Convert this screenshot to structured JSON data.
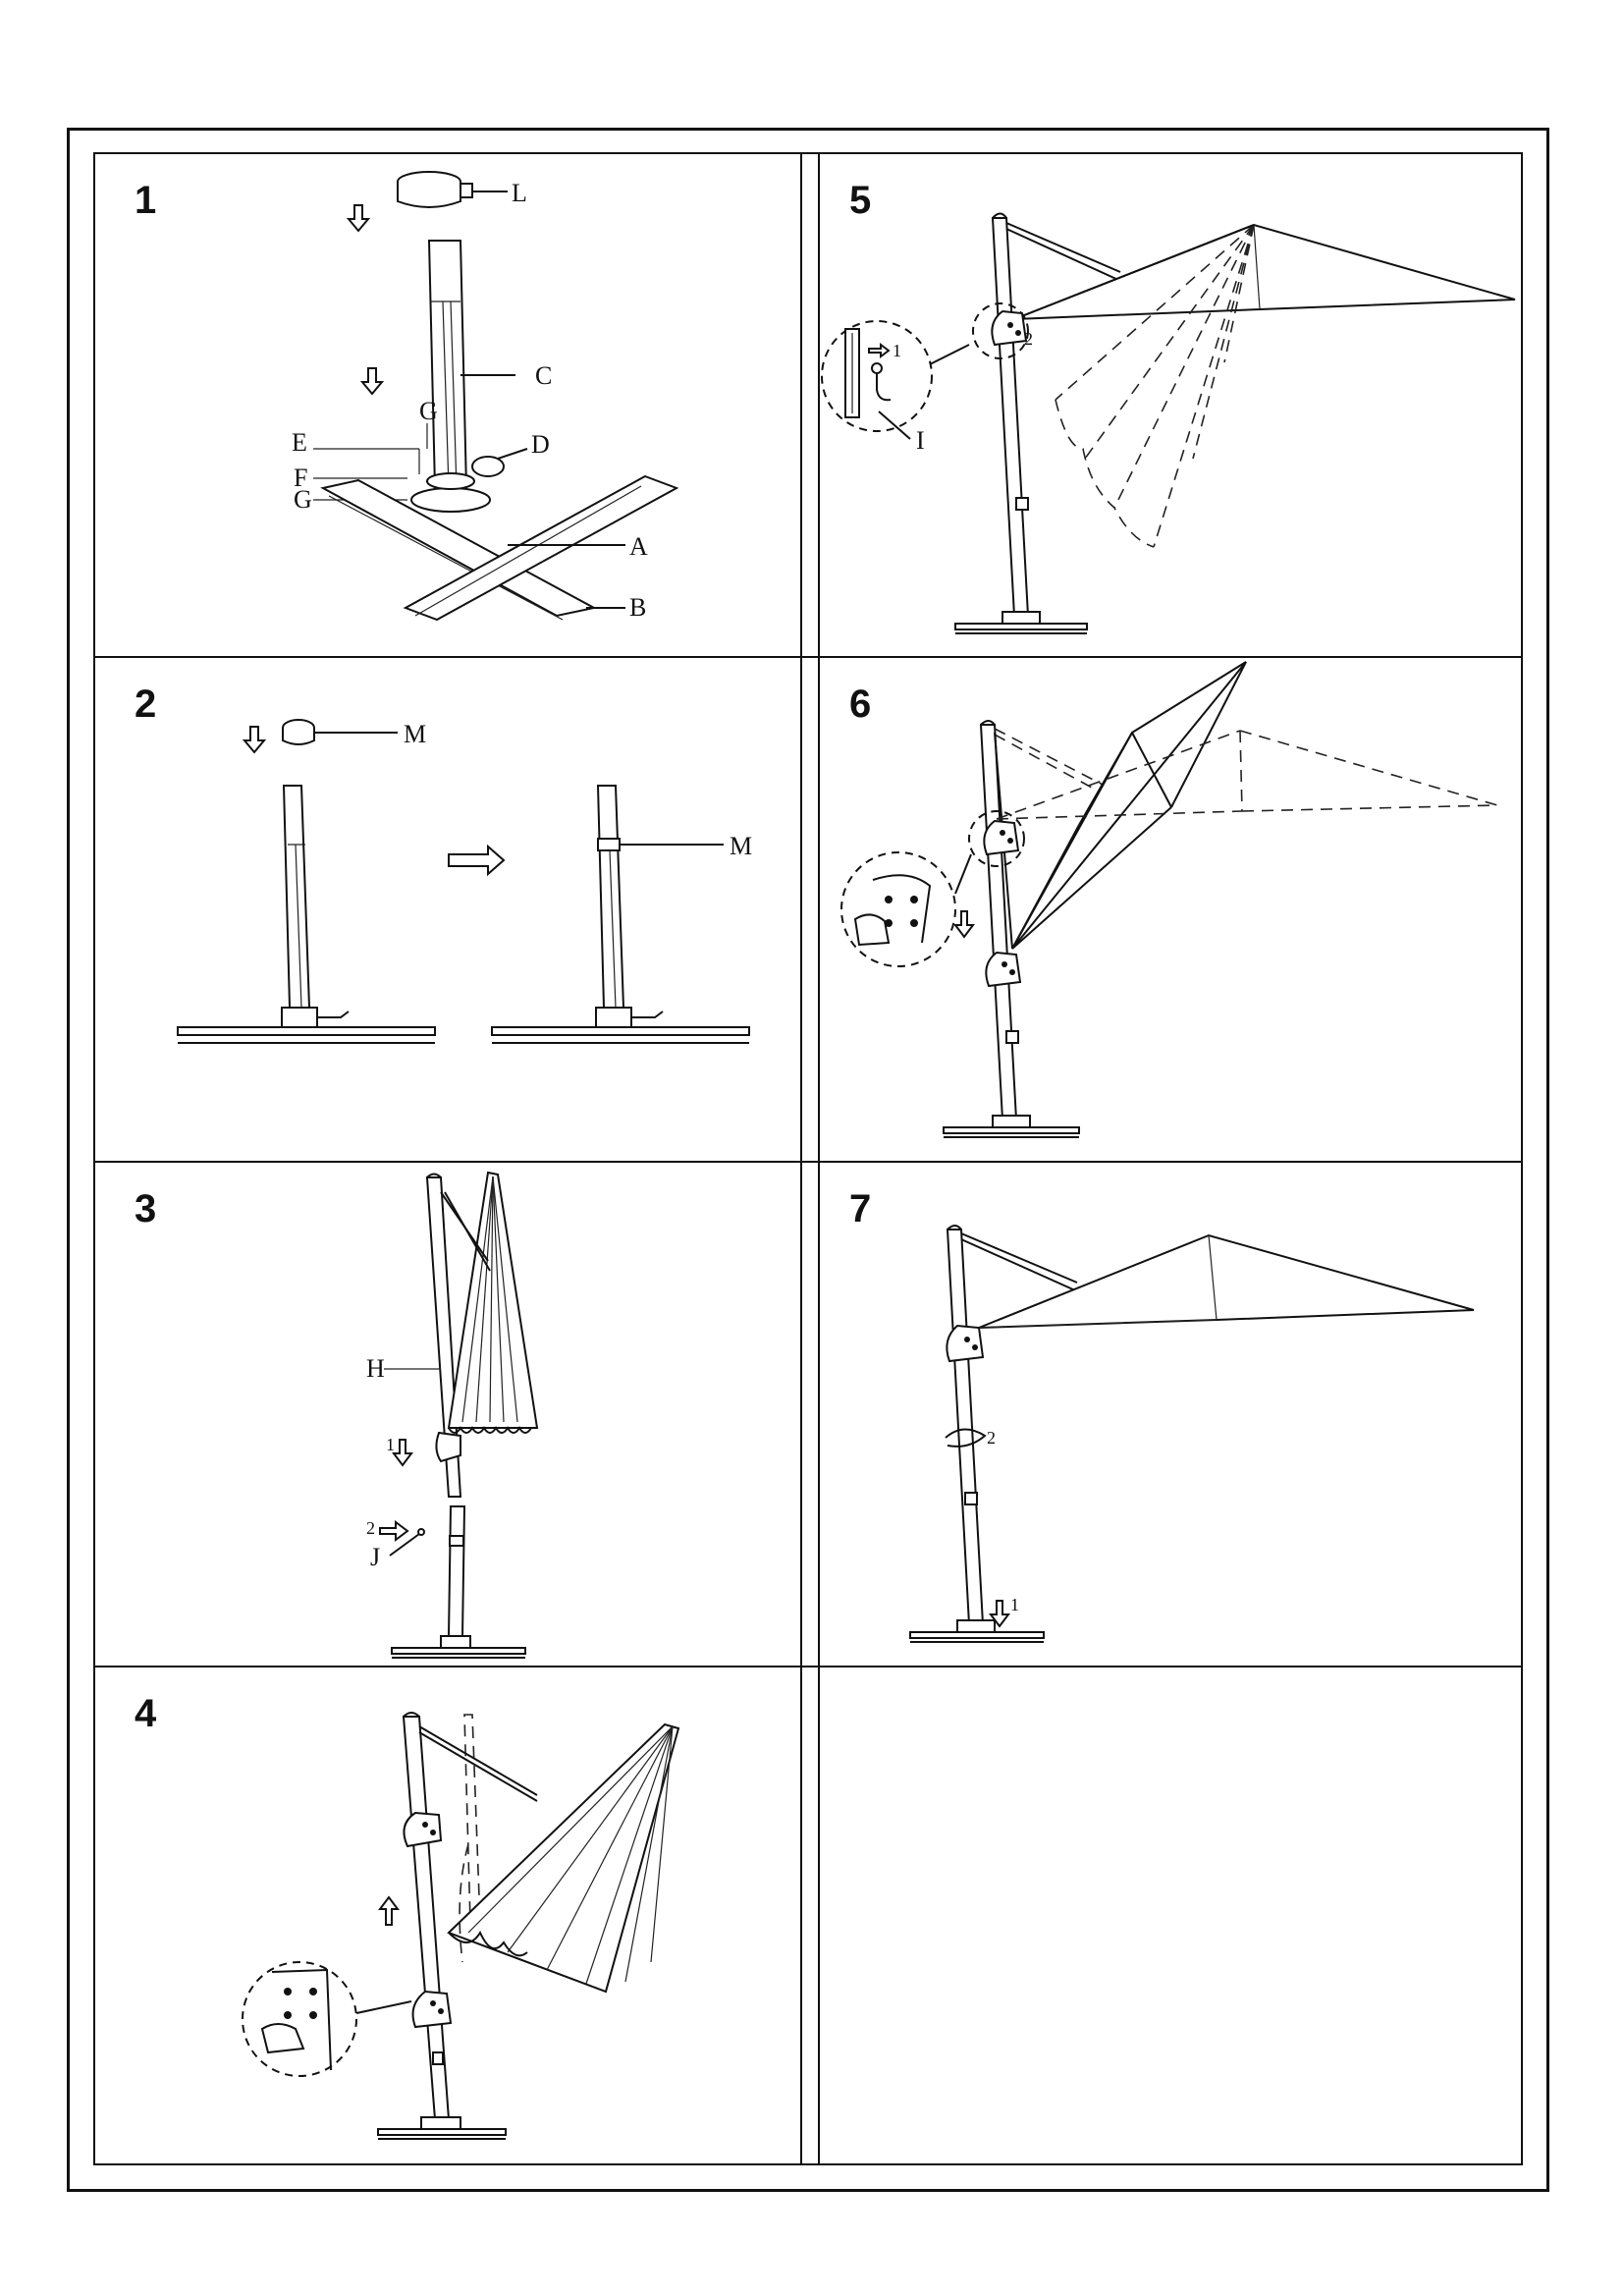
{
  "panels": [
    {
      "step": "1",
      "labels": {
        "L": "L",
        "C": "C",
        "G1": "G",
        "E": "E",
        "D": "D",
        "F": "F",
        "G2": "G",
        "A": "A",
        "B": "B"
      }
    },
    {
      "step": "2",
      "labels": {
        "M1": "M",
        "M2": "M"
      }
    },
    {
      "step": "3",
      "labels": {
        "H": "H",
        "n1": "1",
        "n2": "2",
        "J": "J"
      }
    },
    {
      "step": "4",
      "labels": {}
    },
    {
      "step": "5",
      "labels": {
        "n1": "1",
        "n2": "2",
        "I": "I"
      }
    },
    {
      "step": "6",
      "labels": {}
    },
    {
      "step": "7",
      "labels": {
        "n2": "2",
        "n1": "1"
      }
    }
  ]
}
